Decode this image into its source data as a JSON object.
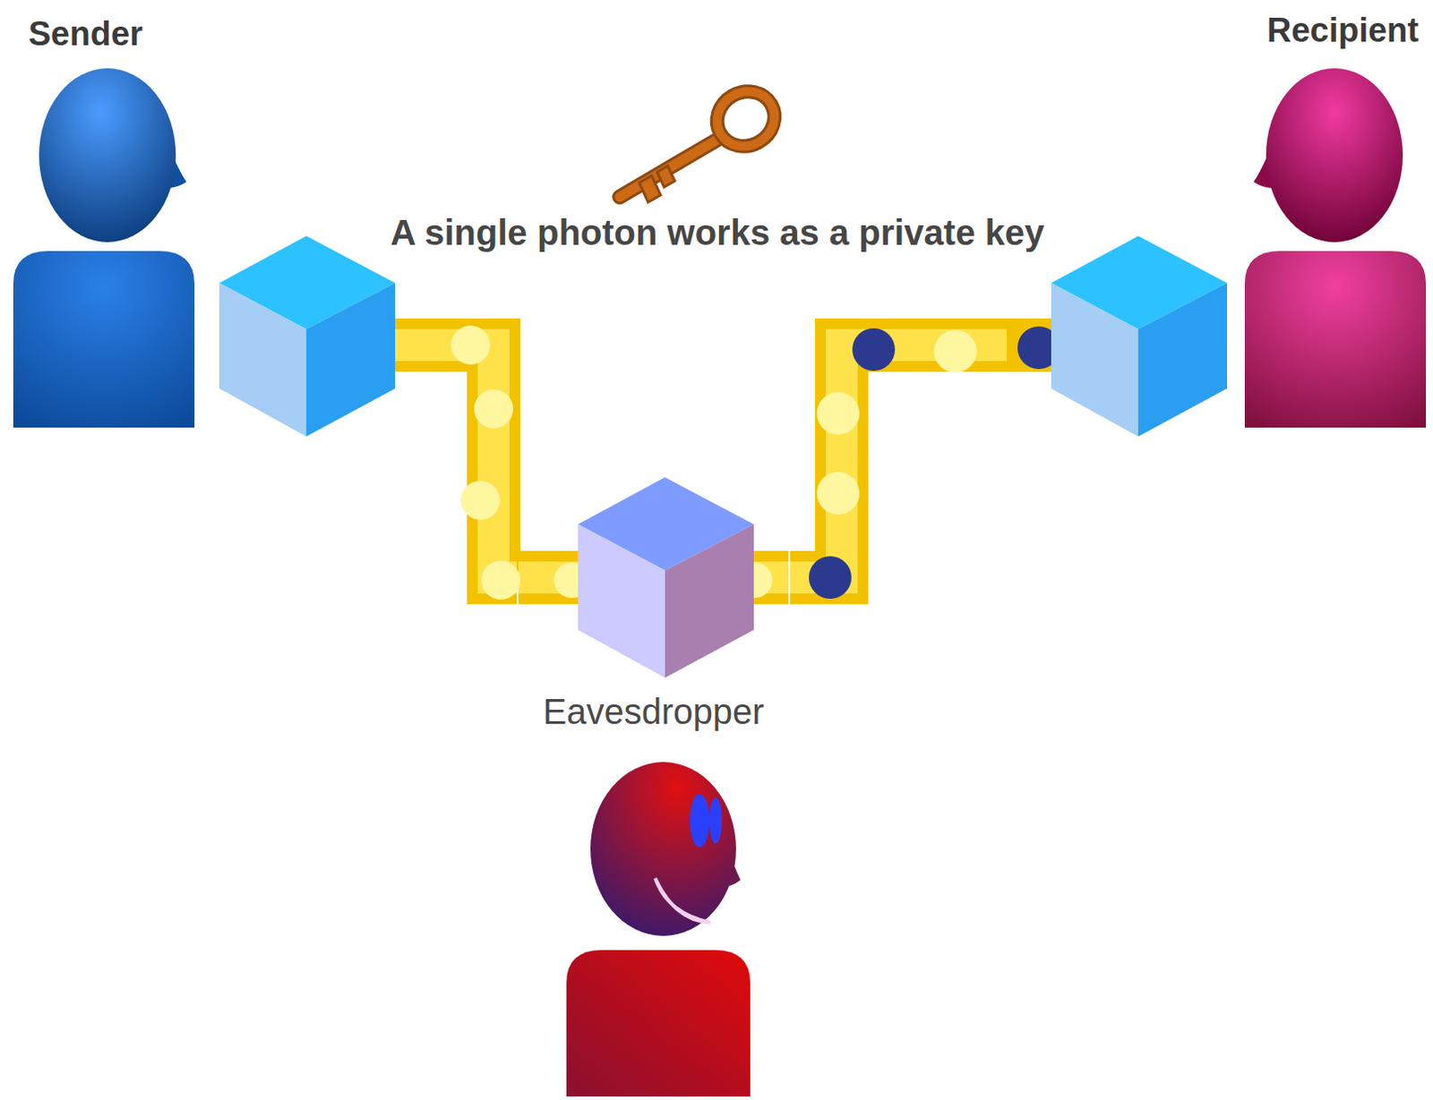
{
  "diagram": {
    "nodes": [
      {
        "text": [
          "Sender"
        ]
      },
      {
        "text": [
          "Eavesdropper"
        ]
      },
      {
        "text": [
          "Recipient"
        ]
      }
    ],
    "edges": [
      {
        "from": 0,
        "to": 1,
        "arrow": "none"
      },
      {
        "from": 1,
        "to": 2,
        "arrow": "to"
      }
    ],
    "labels": [
      "A single photon works as a private key"
    ]
  }
}
